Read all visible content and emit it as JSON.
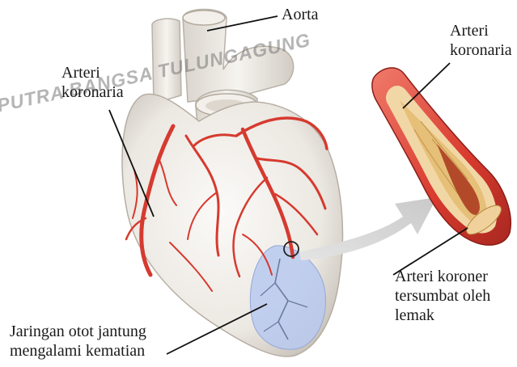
{
  "labels": {
    "aorta": "Aorta",
    "coronary_left": [
      "Arteri",
      "koronaria"
    ],
    "coronary_right": [
      "Arteri",
      "koronaria"
    ],
    "tissue": [
      "Jaringan otot jantung",
      "mengalami kematian"
    ],
    "blocked": [
      "Arteri koroner",
      "tersumbat oleh",
      "lemak"
    ]
  },
  "watermark": "PUTRA BANGSA TULUNGAGUNG",
  "colors": {
    "heart": "#ece8e2",
    "artery": "#d63a2f",
    "dead_tissue": "#b8c9ee",
    "fat": "#e6c079"
  }
}
